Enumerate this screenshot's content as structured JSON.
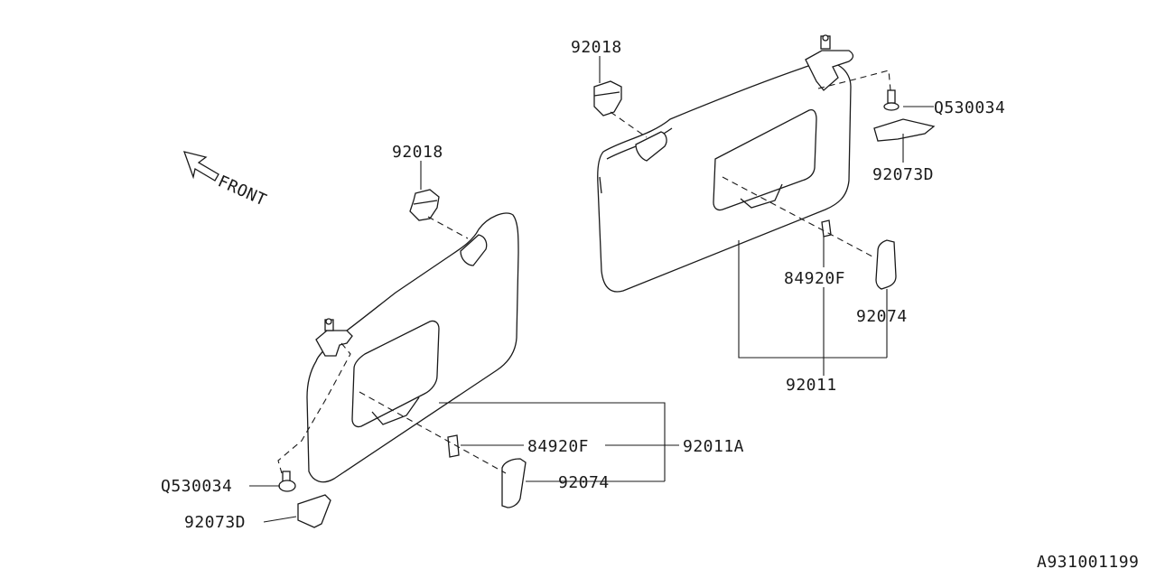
{
  "diagram": {
    "front_label": "FRONT",
    "ref_code": "A931001199",
    "labels": {
      "right_92018": "92018",
      "right_q530034": "Q530034",
      "right_92073d": "92073D",
      "right_84920f": "84920F",
      "right_92074": "92074",
      "right_92011": "92011",
      "left_92018": "92018",
      "left_84920f": "84920F",
      "left_92011a": "92011A",
      "left_92074": "92074",
      "left_q530034": "Q530034",
      "left_92073d": "92073D"
    }
  }
}
